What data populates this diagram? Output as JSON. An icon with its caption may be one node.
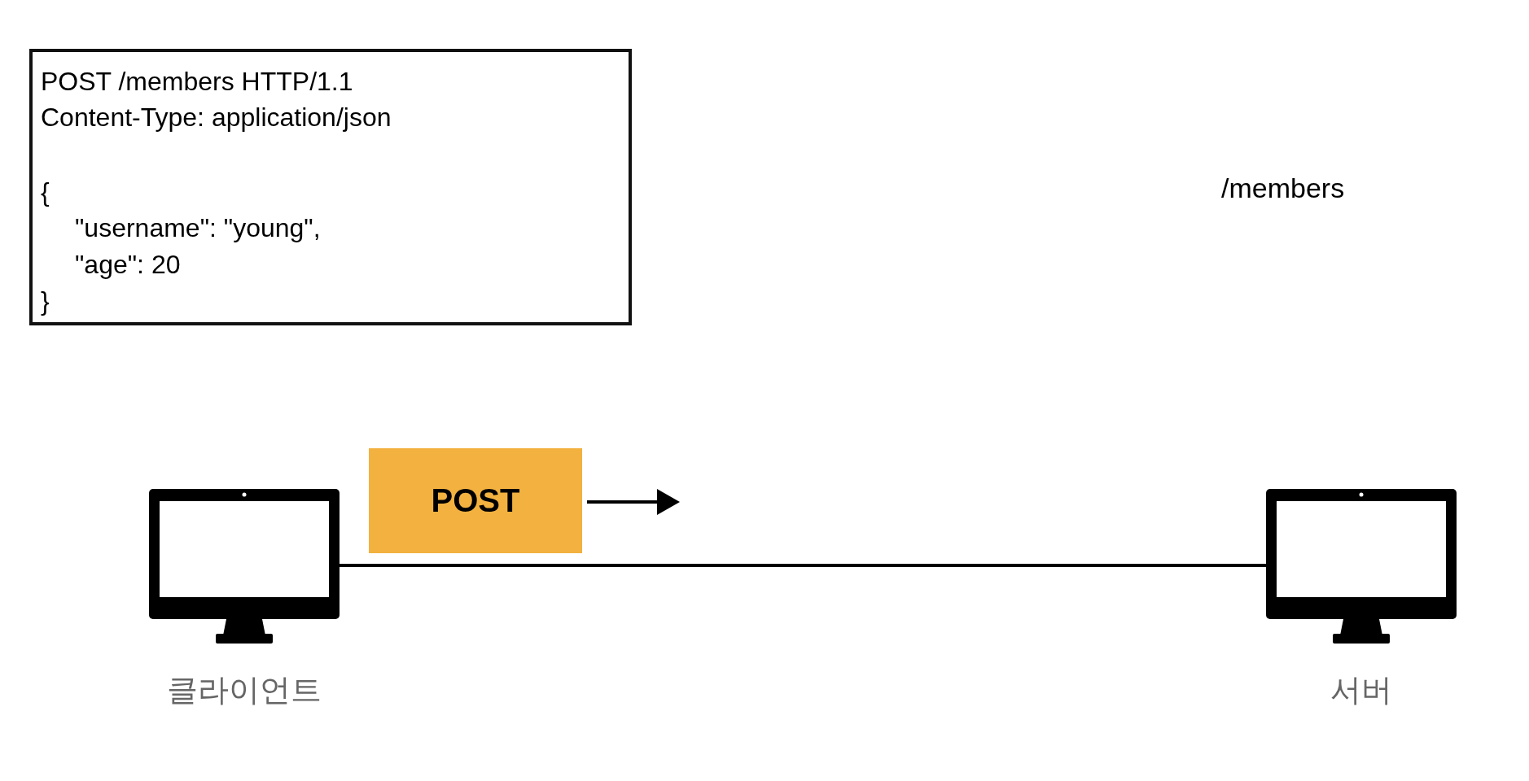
{
  "diagram": {
    "nodes": [
      {
        "text": [
          "POST /members HTTP/1.1",
          "Content-Type: application/json",
          "{",
          "\"username\": \"young\",",
          "\"age\": 20",
          "}"
        ]
      },
      {
        "text": [
          "클라이언트"
        ]
      },
      {
        "text": [
          "서버"
        ]
      },
      {
        "text": [
          "POST"
        ]
      }
    ],
    "edges": [
      {
        "from": 1,
        "to": 2,
        "arrow": "none"
      },
      {
        "from": 3,
        "to": null,
        "arrow": "to"
      }
    ],
    "labels": [
      "/members"
    ]
  }
}
